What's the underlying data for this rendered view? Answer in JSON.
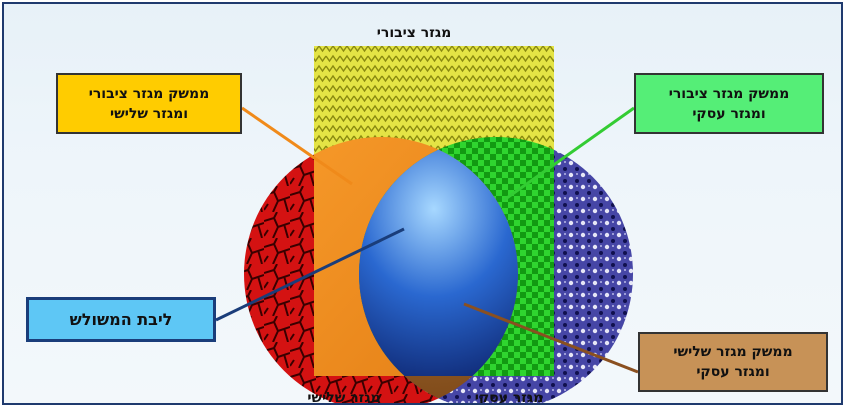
{
  "diagram": {
    "sectors": {
      "public": "מגזר ציבורי",
      "third": "מגזר שלישי",
      "business": "מגזר עסקי"
    },
    "intersections": {
      "public_third": [
        "ממשק מגזר ציבורי",
        "ומגזר שלישי"
      ],
      "public_business": [
        "ממשק מגזר ציבורי",
        "ומגזר עסקי"
      ],
      "third_business": [
        "ממשק מגזר שלישי",
        "ומגזר עסקי"
      ],
      "core": "ליבת המשולש"
    },
    "colors": {
      "public": "#dede3a",
      "third": "#cc1010",
      "business": "#4a4aa8",
      "public_third": "#f08a1a",
      "public_business": "#22cc22",
      "third_business": "#8a5020",
      "core": "#1a4fb0",
      "box_public_third": "#ffcc00",
      "box_public_business": "#55ee77",
      "box_core": "#5ec7f5",
      "box_third_business": "#c79257"
    }
  }
}
